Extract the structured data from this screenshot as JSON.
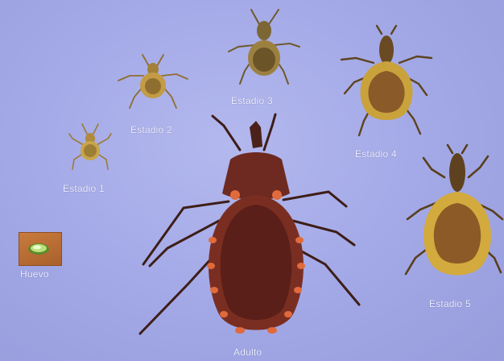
{
  "scene": {
    "background_color": "#a6abe8",
    "specimens": [
      {
        "id": "huevo",
        "label": "Huevo",
        "color": "#c47a3a"
      },
      {
        "id": "estadio-1",
        "label": "Estadio 1",
        "color": "#c49a3a"
      },
      {
        "id": "estadio-2",
        "label": "Estadio 2",
        "color": "#b58a3a"
      },
      {
        "id": "estadio-3",
        "label": "Estadio 3",
        "color": "#8c7236"
      },
      {
        "id": "estadio-4",
        "label": "Estadio 4",
        "color": "#a06a2c"
      },
      {
        "id": "estadio-5",
        "label": "Estadio 5",
        "color": "#9a6a2a"
      },
      {
        "id": "adulto",
        "label": "Adulto",
        "color": "#7a2e22",
        "spot_color": "#e06a3c"
      }
    ]
  }
}
